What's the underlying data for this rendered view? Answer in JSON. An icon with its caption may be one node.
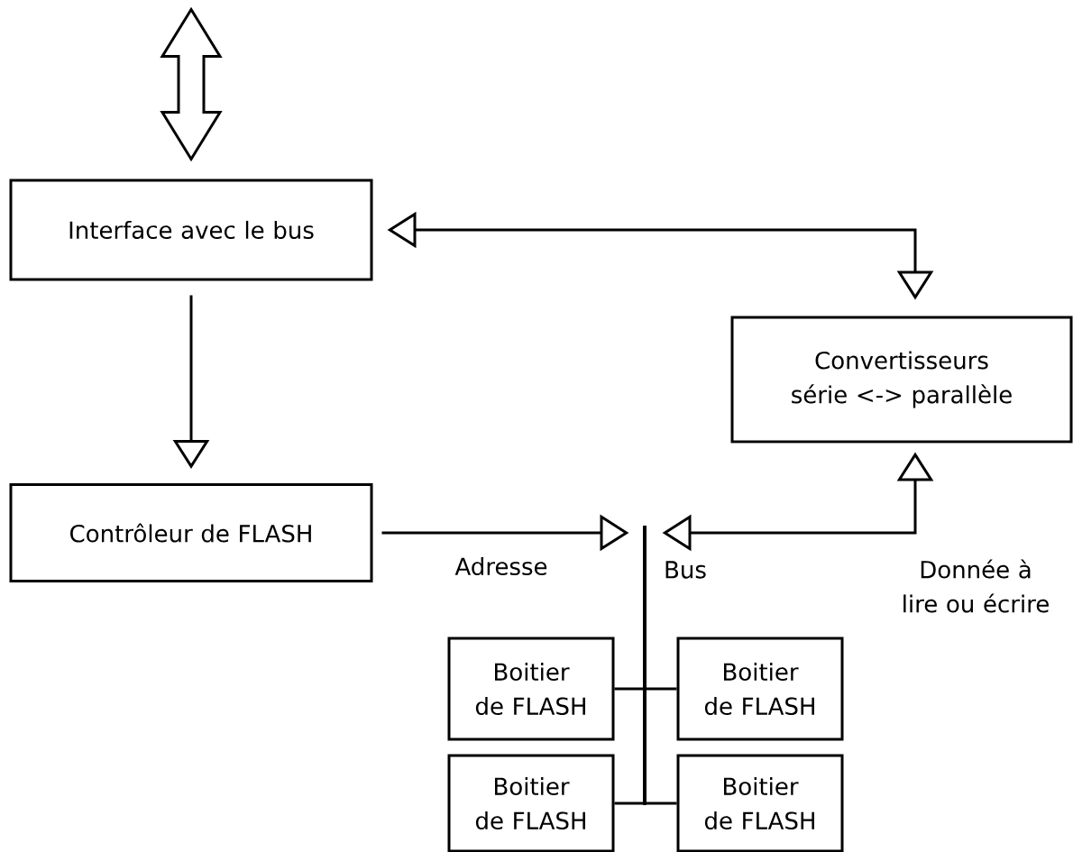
{
  "diagram": {
    "nodes": [
      {
        "text": [
          "Interface avec le bus"
        ]
      },
      {
        "text": [
          "Convertisseurs série <-> parallèle"
        ]
      },
      {
        "text": [
          "Contrôleur de FLASH"
        ]
      },
      {
        "text": [],
        "shape": "bar",
        "beside": [
          "Bus"
        ]
      },
      {
        "text": [
          "Boitier de FLASH"
        ]
      },
      {
        "text": [
          "Boitier de FLASH"
        ]
      },
      {
        "text": [
          "Boitier de FLASH"
        ]
      },
      {
        "text": [
          "Boitier de FLASH"
        ]
      }
    ],
    "edges": [
      {
        "from": null,
        "to": 0,
        "arrow": "both",
        "style": "thick"
      },
      {
        "from": 0,
        "to": 1,
        "arrow": "both"
      },
      {
        "from": 0,
        "to": 2,
        "arrow": "to"
      },
      {
        "from": 2,
        "to": 3,
        "arrow": "to",
        "label": "Adresse"
      },
      {
        "from": 1,
        "to": 3,
        "arrow": "both",
        "label": "Donnée à lire ou écrire"
      },
      {
        "from": 3,
        "to": 4,
        "arrow": "none"
      },
      {
        "from": 3,
        "to": 5,
        "arrow": "none"
      },
      {
        "from": 3,
        "to": 6,
        "arrow": "none"
      },
      {
        "from": 3,
        "to": 7,
        "arrow": "none"
      }
    ]
  }
}
